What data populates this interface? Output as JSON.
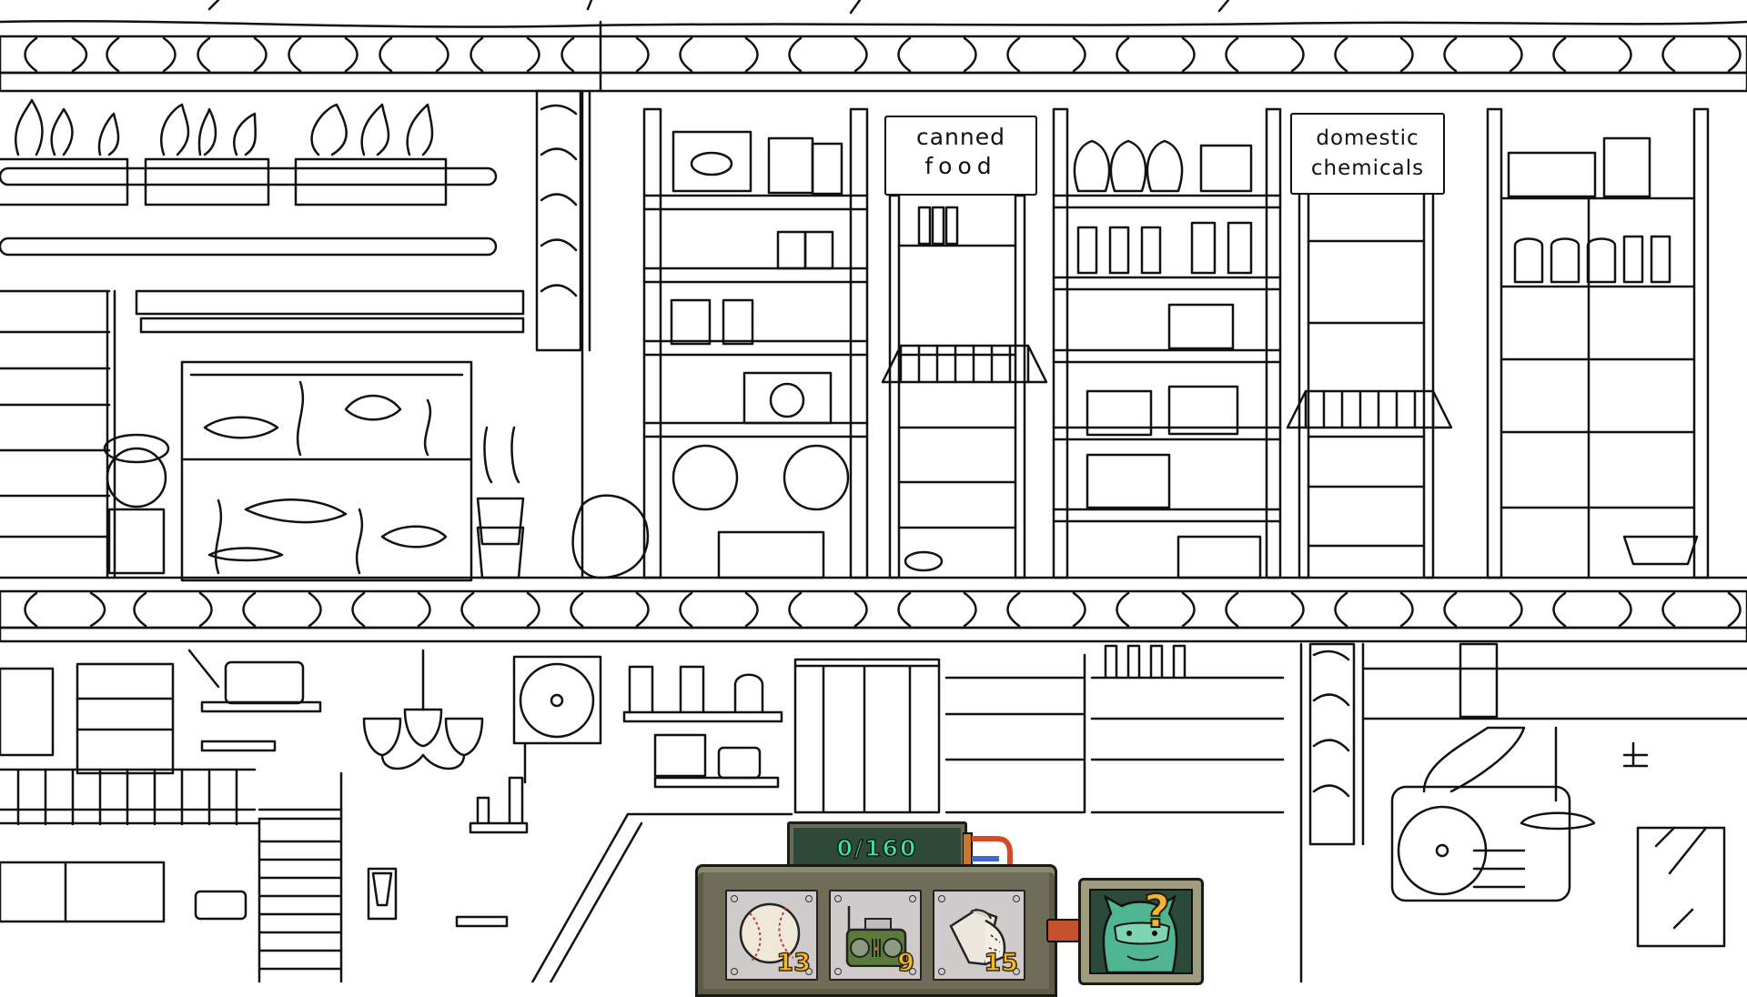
{
  "scene": {
    "signs": [
      {
        "id": "canned-food",
        "lines": [
          "canned",
          "food"
        ]
      },
      {
        "id": "domestic-chemicals",
        "lines": [
          "domestic",
          "chemicals"
        ]
      }
    ]
  },
  "hud": {
    "found_counter": {
      "found": 0,
      "total": 160,
      "label": "0/160"
    },
    "inventory": [
      {
        "item": "baseball",
        "icon": "baseball-icon",
        "remaining": "13"
      },
      {
        "item": "radio",
        "icon": "radio-icon",
        "remaining": "9"
      },
      {
        "item": "toilet-paper",
        "icon": "toilet-paper-icon",
        "remaining": "15"
      }
    ],
    "hint": {
      "icon": "hint-cat-question-icon",
      "mark": "?"
    }
  },
  "colors": {
    "counter_bg": "#2f4a38",
    "counter_text": "#3fe0a0",
    "panel": "#6f6d58",
    "slot_bg": "#cfcbcb",
    "count_text": "#f5b82e",
    "hint_cat": "#4fb592",
    "hint_mark": "#f2b632"
  }
}
